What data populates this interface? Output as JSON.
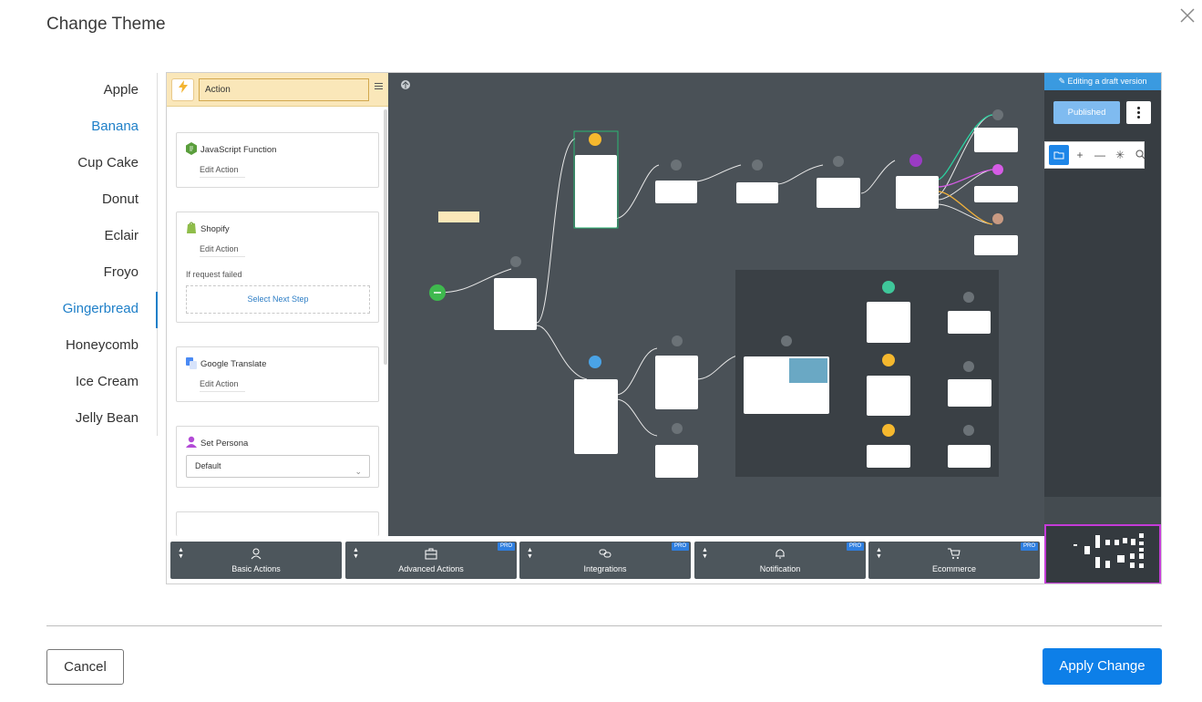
{
  "dialog": {
    "title": "Change Theme",
    "cancel_label": "Cancel",
    "apply_label": "Apply Change"
  },
  "themes": [
    {
      "label": "Apple",
      "style": "default"
    },
    {
      "label": "Banana",
      "style": "link"
    },
    {
      "label": "Cup Cake",
      "style": "default"
    },
    {
      "label": "Donut",
      "style": "default"
    },
    {
      "label": "Eclair",
      "style": "default"
    },
    {
      "label": "Froyo",
      "style": "default"
    },
    {
      "label": "Gingerbread",
      "style": "selected"
    },
    {
      "label": "Honeycomb",
      "style": "default"
    },
    {
      "label": "Ice Cream",
      "style": "default"
    },
    {
      "label": "Jelly Bean",
      "style": "default"
    }
  ],
  "preview": {
    "action_input_value": "Action",
    "cards": {
      "javascript": {
        "title": "JavaScript Function",
        "edit_label": "Edit Action"
      },
      "shopify": {
        "title": "Shopify",
        "edit_label": "Edit Action",
        "fail_label": "If request failed",
        "next_step_label": "Select Next Step"
      },
      "translate": {
        "title": "Google Translate",
        "edit_label": "Edit Action"
      },
      "persona": {
        "title": "Set Persona",
        "select_value": "Default"
      }
    },
    "right_panel": {
      "banner": "Editing a draft version",
      "published_label": "Published"
    },
    "tabs": [
      {
        "label": "Basic Actions",
        "pro": ""
      },
      {
        "label": "Advanced Actions",
        "pro": "PRO"
      },
      {
        "label": "Integrations",
        "pro": "PRO"
      },
      {
        "label": "Notification",
        "pro": "PRO"
      },
      {
        "label": "Ecommerce",
        "pro": "PRO"
      }
    ]
  },
  "colors": {
    "accent": "#1e7fc8",
    "apply_button": "#0d7fe8",
    "canvas_bg": "#4a5157",
    "header_bg": "#fae7b9",
    "minimap_border": "#c53bd8"
  }
}
